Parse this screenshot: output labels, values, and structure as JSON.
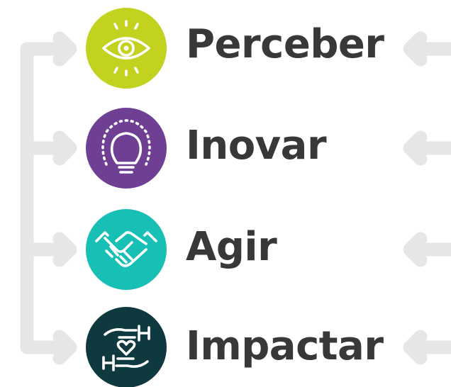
{
  "steps": [
    {
      "label": "Perceber",
      "icon": "eye-icon",
      "color": "#c3d21f"
    },
    {
      "label": "Inovar",
      "icon": "lightbulb-icon",
      "color": "#6e3f93"
    },
    {
      "label": "Agir",
      "icon": "handshake-icon",
      "color": "#17bfb5"
    },
    {
      "label": "Impactar",
      "icon": "hands-heart-icon",
      "color": "#0e3a3f"
    }
  ],
  "connector_color": "#e6e6e6",
  "label_color": "#383838"
}
